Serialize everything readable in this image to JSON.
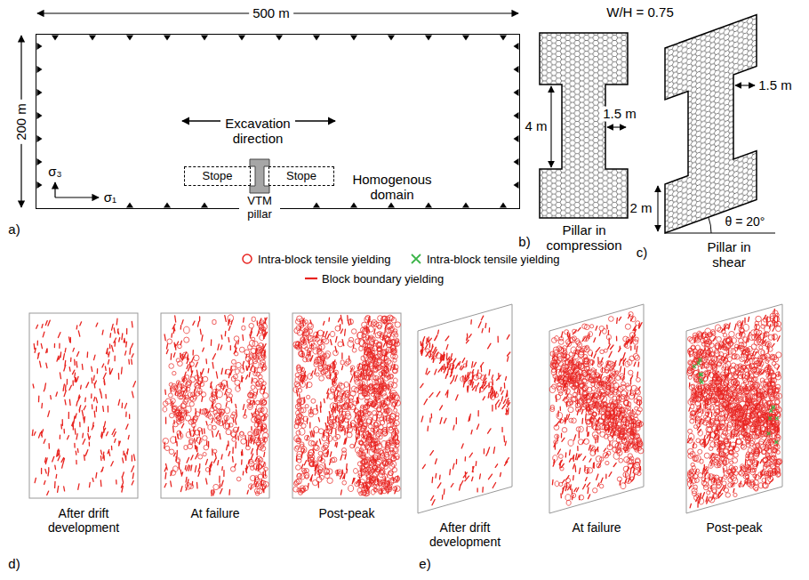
{
  "diagram": {
    "nodes": [
      {
        "text": [
          "Homogenous domain"
        ]
      },
      {
        "text": [
          "Stope"
        ],
        "in": 0
      },
      {
        "text": [
          "Stope"
        ],
        "in": 0
      },
      {
        "text": [
          "VTM pillar"
        ],
        "in": 0
      }
    ],
    "labels": [
      "500 m",
      "200 m",
      "Excavation direction",
      "σ₃",
      "σ₁",
      "a)",
      "W/H = 0.75",
      "4 m",
      "1.5 m",
      "2 m",
      "Pillar in compression",
      "b)",
      "1.5 m",
      "θ = 20°",
      "Pillar in shear",
      "c)",
      "After drift development",
      "At failure",
      "Post-peak",
      "d)",
      "After drift development",
      "At failure",
      "Post-peak",
      "e)"
    ],
    "legend": [
      {
        "text": "Intra-block tensile yielding"
      },
      {
        "text": "Intra-block tensile yielding"
      },
      {
        "text": "Block boundary yielding"
      }
    ]
  }
}
